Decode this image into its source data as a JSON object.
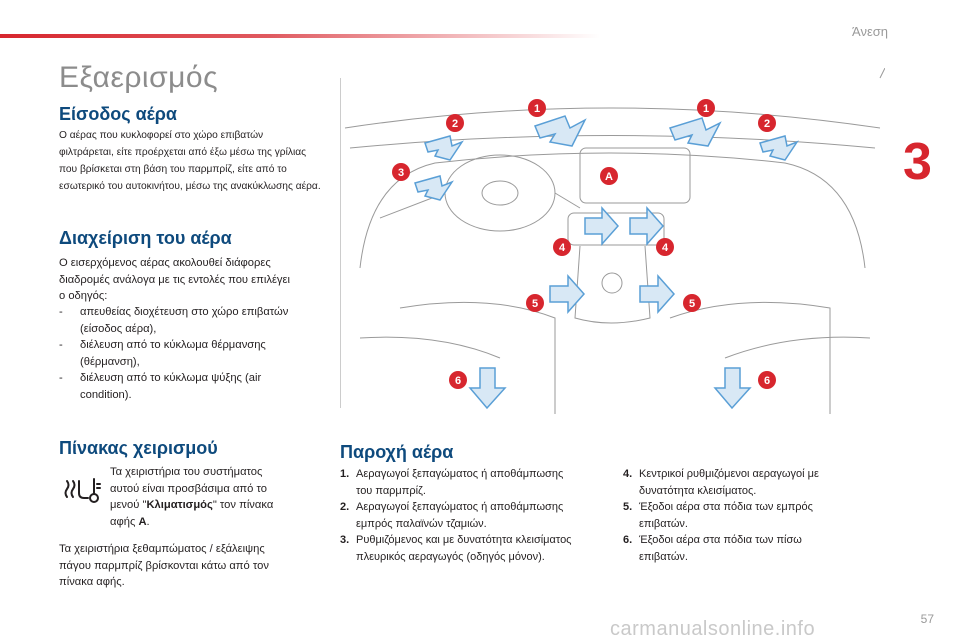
{
  "header": {
    "section": "Άνεση",
    "chapter": "3"
  },
  "title": "Εξαερισμός",
  "air_inlet": {
    "heading": "Είσοδος αέρα",
    "lines": [
      "Ο αέρας που κυκλοφορεί στο χώρο επιβατών",
      "φιλτράρεται, είτε προέρχεται από έξω μέσω της γρίλιας",
      "που βρίσκεται στη βάση του παρμπρίζ, είτε από το",
      "εσωτερικό του αυτοκινήτου, μέσω της ανακύκλωσης αέρα."
    ]
  },
  "air_management": {
    "heading": "Διαχείριση του αέρα",
    "intro_lines": [
      "Ο εισερχόμενος αέρας ακολουθεί διάφορες",
      "διαδρομές ανάλογα με τις εντολές που επιλέγει",
      "ο οδηγός:"
    ],
    "dash": "-",
    "items": [
      [
        "απευθείας διοχέτευση στο χώρο επιβατών",
        "(είσοδος αέρα),"
      ],
      [
        "διέλευση από το κύκλωμα θέρμανσης",
        "(θέρμανση),"
      ],
      [
        "διέλευση από το κύκλωμα ψύξης (air",
        "condition)."
      ]
    ]
  },
  "control_panel": {
    "heading": "Πίνακας χειρισμού",
    "icon": "fan-seat-temperature-icon",
    "p1_line1": "Τα χειριστήρια του συστήματος",
    "p1_line2": "αυτού είναι προσβάσιμα από το",
    "p1_line3_pre": "μενού \"",
    "p1_line3_bold": "Κλιματισμός",
    "p1_line3_post": "\" τον πίνακα",
    "p1_line4_pre": "αφής ",
    "p1_line4_bold": "A",
    "p1_line4_post": ".",
    "p2_lines": [
      "Τα χειριστήρια ξεθαμπώματος / εξάλειψης",
      "πάγου παρμπρίζ βρίσκονται κάτω από τον",
      "πίνακα αφής."
    ]
  },
  "air_supply": {
    "heading": "Παροχή αέρα",
    "left_items": [
      {
        "n": "1.",
        "lines": [
          "Αεραγωγοί ξεπαγώματος ή αποθάμπωσης",
          "του παρμπρίζ."
        ]
      },
      {
        "n": "2.",
        "lines": [
          "Αεραγωγοί ξεπαγώματος ή αποθάμπωσης",
          "εμπρός παλαϊνών τζαμιών."
        ]
      },
      {
        "n": "3.",
        "lines": [
          "Ρυθμιζόμενος και με δυνατότητα κλεισίματος",
          "πλευρικός αεραγωγός (οδηγός μόνον)."
        ]
      }
    ],
    "right_items": [
      {
        "n": "4.",
        "lines": [
          "Κεντρικοί ρυθμιζόμενοι αεραγωγοί με",
          "δυνατότητα κλεισίματος."
        ]
      },
      {
        "n": "5.",
        "lines": [
          "Έξοδοι αέρα στα πόδια των εμπρός",
          "επιβατών."
        ]
      },
      {
        "n": "6.",
        "lines": [
          "Έξοδοι αέρα στα πόδια των πίσω",
          "επιβατών."
        ]
      }
    ]
  },
  "illustration": {
    "markers": [
      "1",
      "1",
      "2",
      "2",
      "3",
      "4",
      "4",
      "5",
      "5",
      "6",
      "6",
      "A"
    ],
    "colors": {
      "marker": "#d7262e",
      "arrow": "#5a9fd6",
      "line": "#9a9a9a"
    }
  },
  "footer": {
    "page": "57",
    "watermark": "carmanualsonline.info"
  }
}
